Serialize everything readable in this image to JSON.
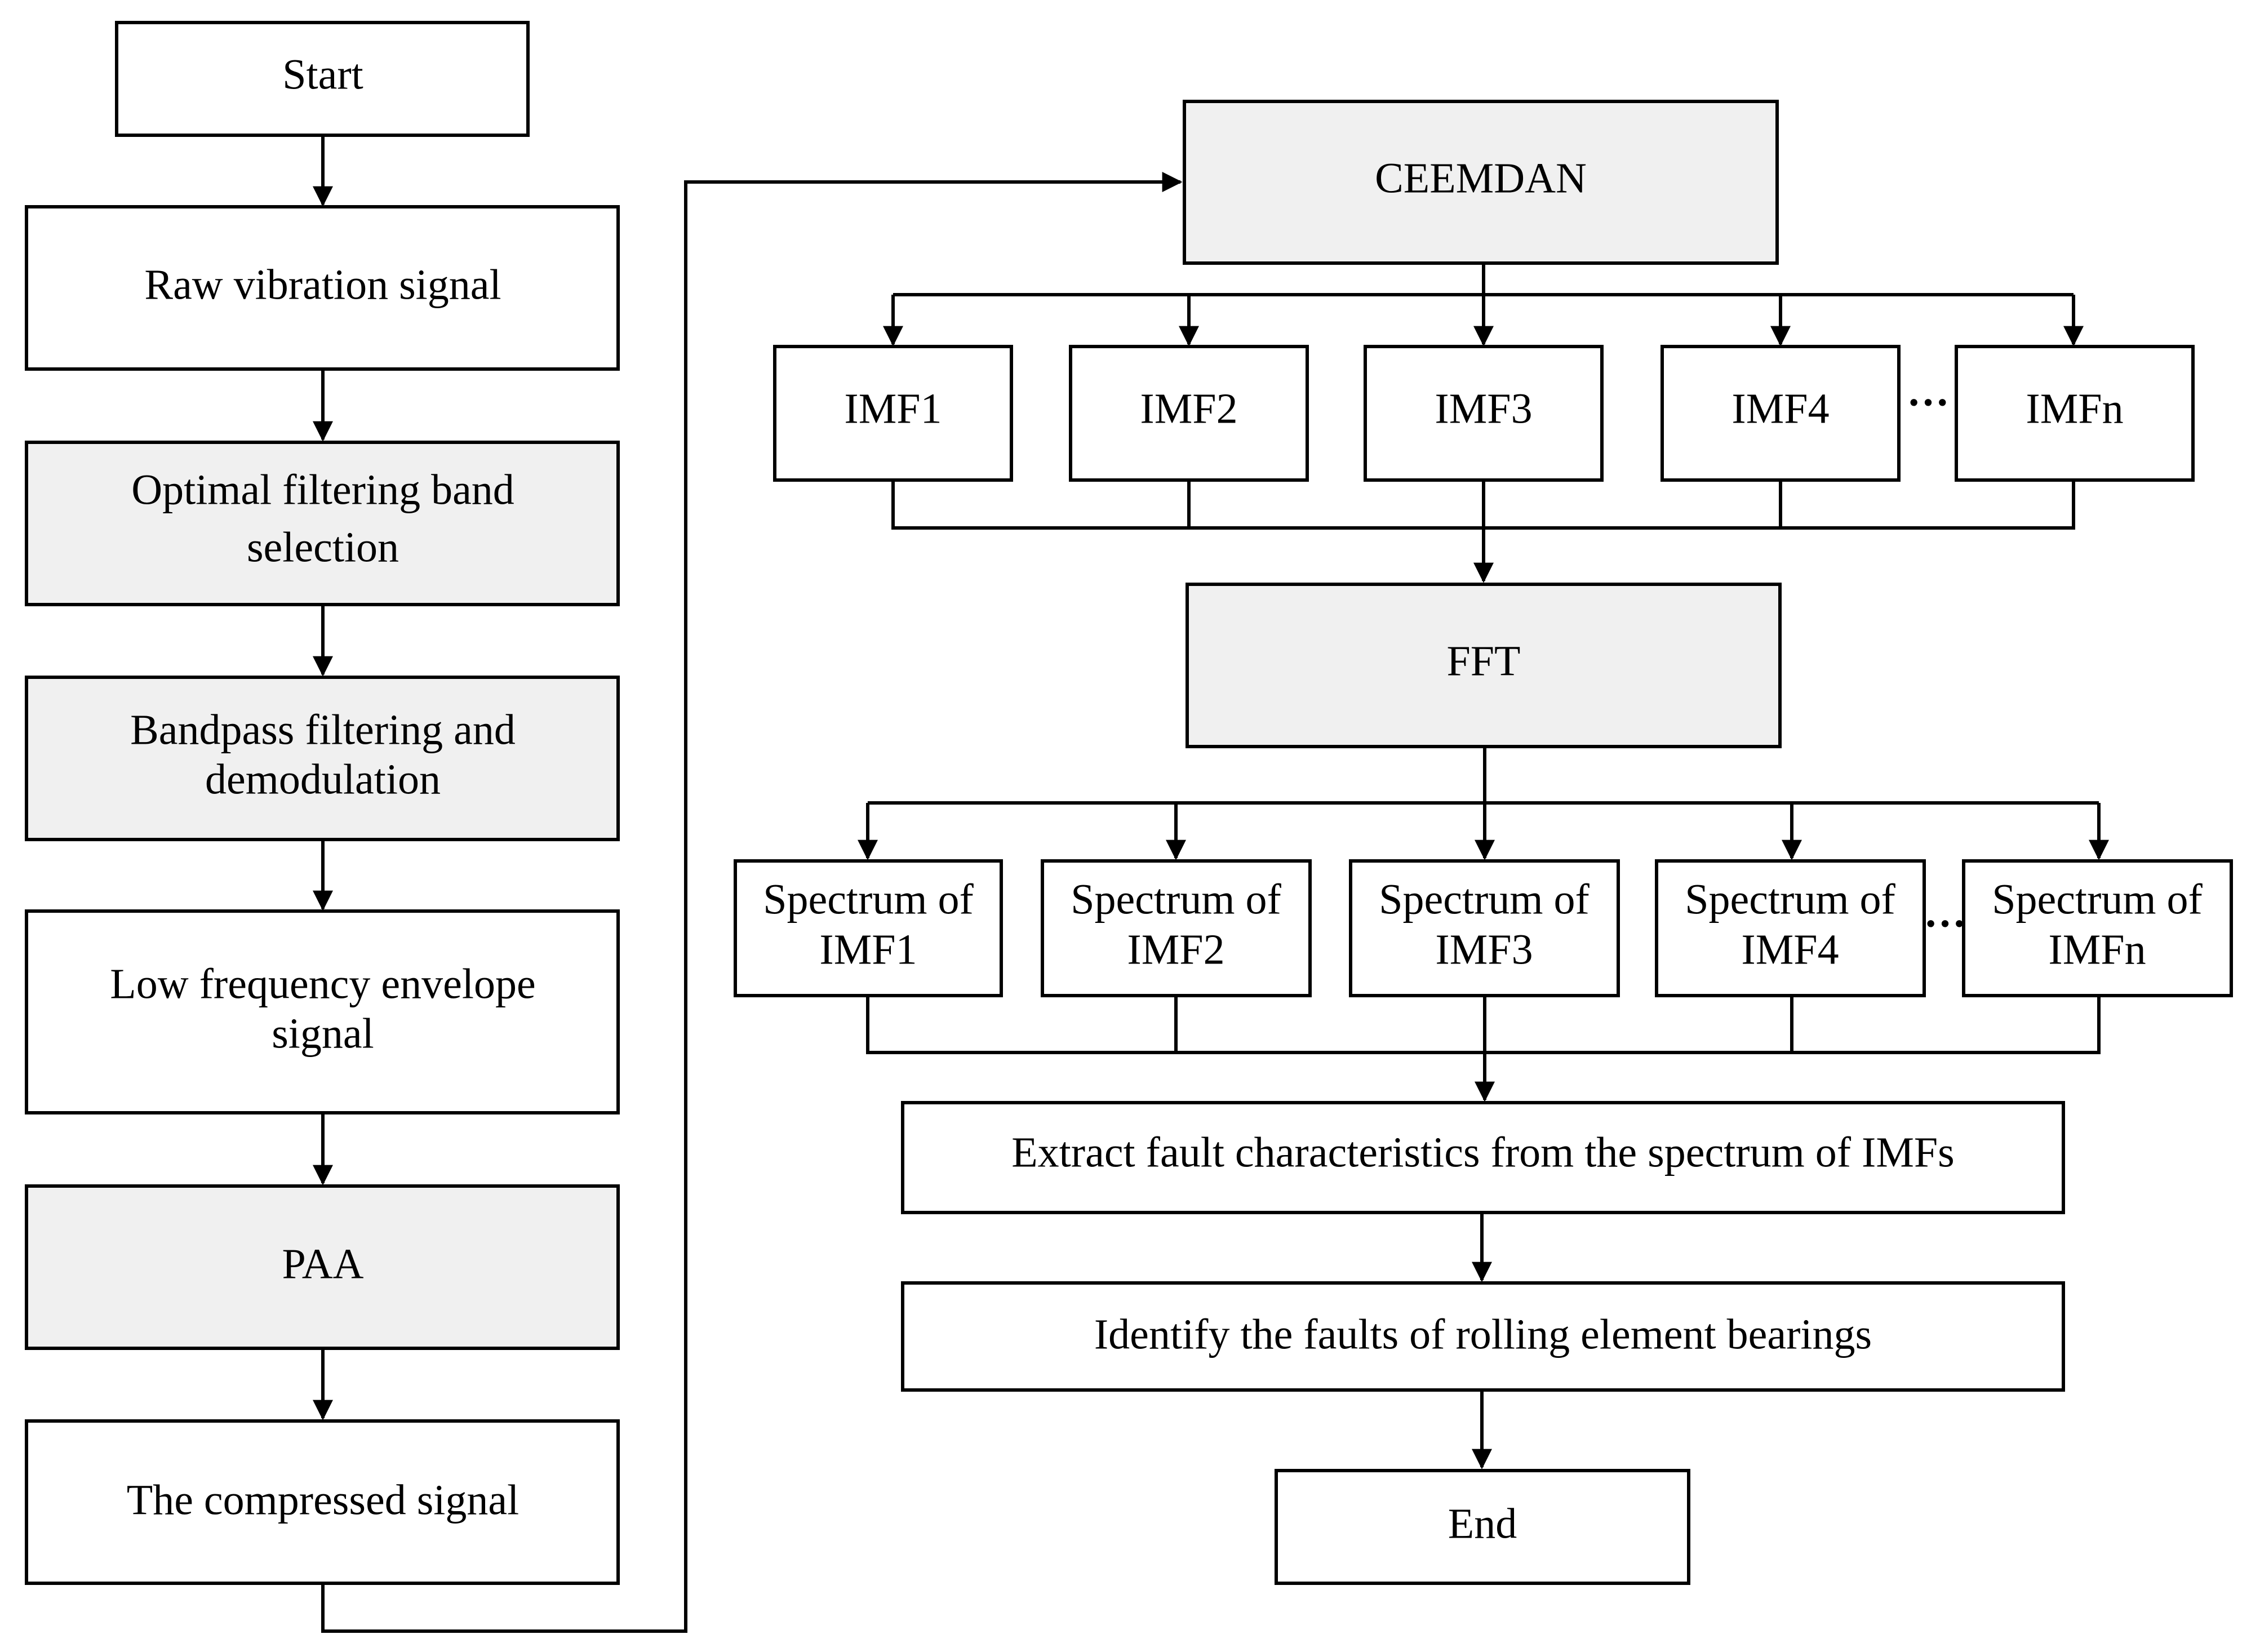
{
  "left_column": {
    "start": "Start",
    "raw_signal": "Raw vibration signal",
    "optimal_band": [
      "Optimal filtering band",
      "selection"
    ],
    "bandpass": [
      "Bandpass filtering and",
      "demodulation"
    ],
    "low_freq": [
      "Low frequency envelope",
      "signal"
    ],
    "paa": "PAA",
    "compressed": "The compressed signal"
  },
  "right_column": {
    "ceemdan": "CEEMDAN",
    "imfs": [
      "IMF1",
      "IMF2",
      "IMF3",
      "IMF4",
      "IMFn"
    ],
    "imf_ellipsis": "···",
    "fft": "FFT",
    "spectra": [
      [
        "Spectrum of",
        "IMF1"
      ],
      [
        "Spectrum of",
        "IMF2"
      ],
      [
        "Spectrum of",
        "IMF3"
      ],
      [
        "Spectrum of",
        "IMF4"
      ],
      [
        "Spectrum of",
        "IMFn"
      ]
    ],
    "spectrum_ellipsis": "···",
    "extract": "Extract fault characteristics from the spectrum of IMFs",
    "identify": "Identify the faults of rolling element bearings",
    "end": "End"
  },
  "colors": {
    "stroke": "#000000",
    "box_fill": "#ffffff",
    "highlight_fill": "#f0f0f0"
  }
}
